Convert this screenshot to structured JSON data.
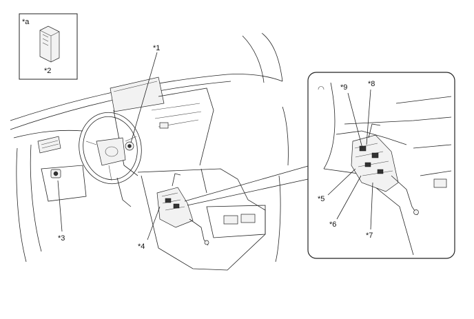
{
  "inset_legend_label": "*a",
  "callouts": {
    "c1": "*1",
    "c2": "*2",
    "c3": "*3",
    "c4": "*4",
    "c5": "*5",
    "c6": "*6",
    "c7": "*7",
    "c8": "*8",
    "c9": "*9"
  }
}
